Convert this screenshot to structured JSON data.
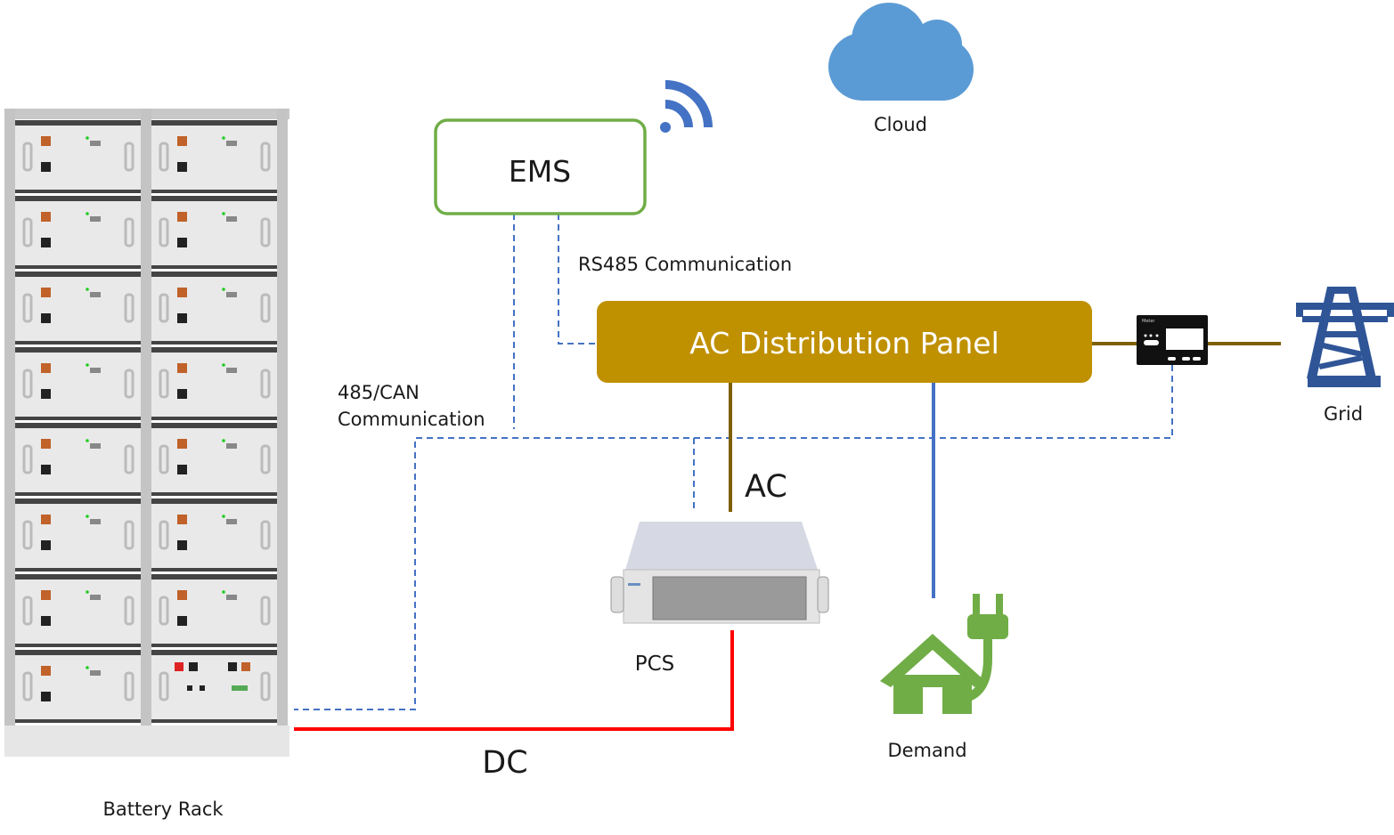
{
  "nodes": {
    "battery_rack": "Battery Rack",
    "ems": "EMS",
    "cloud": "Cloud",
    "ac_panel": "AC Distribution Panel",
    "meter": "Meter",
    "grid": "Grid",
    "pcs": "PCS",
    "demand": "Demand"
  },
  "links": {
    "rs485": "RS485 Communication",
    "can_line1": "485/CAN",
    "can_line2": "Communication",
    "ac": "AC",
    "dc": "DC"
  },
  "colors": {
    "ems_border": "#70ad47",
    "ac_panel": "#bf9000",
    "ac_line": "#7f6000",
    "comm_dashed": "#4472c4",
    "demand_line": "#4472c4",
    "dc_line": "#ff0000",
    "cloud": "#5b9bd5",
    "grid_icon": "#2f5597",
    "demand_icon": "#70ad47"
  }
}
